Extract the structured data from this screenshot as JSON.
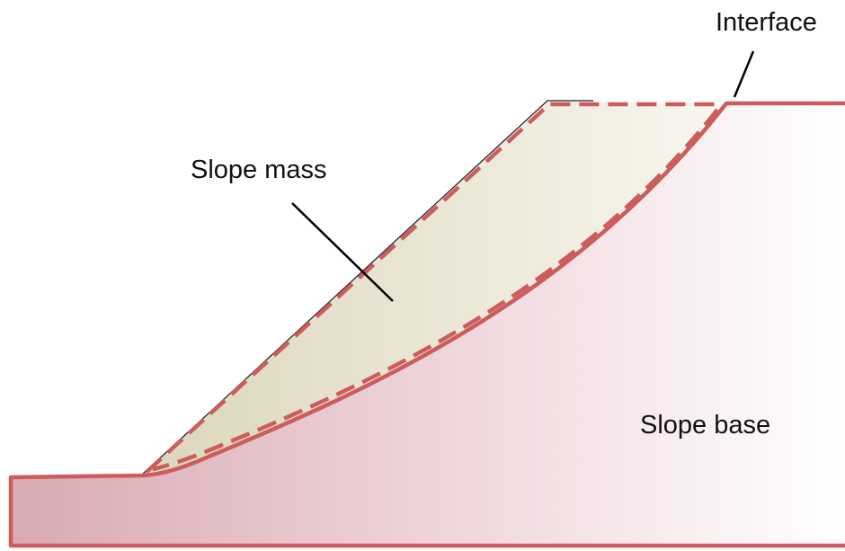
{
  "labels": {
    "interface": "Interface",
    "slope_mass": "Slope mass",
    "slope_base": "Slope base"
  },
  "colors": {
    "interface_line": "#cd5c5c",
    "base_fill_left": "#d8aab1",
    "base_fill_right": "#ffffff",
    "mass_fill_left": "#ddd8bf",
    "mass_fill_right": "#f8f7ef",
    "leader_line": "#000000"
  }
}
